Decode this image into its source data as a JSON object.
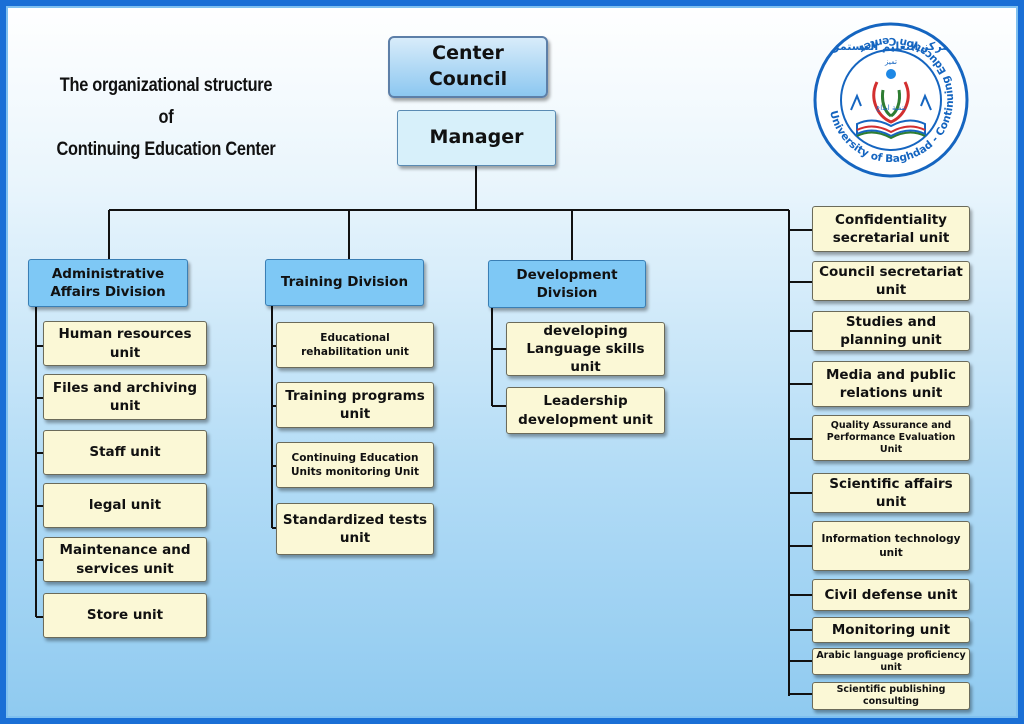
{
  "title": {
    "line1": "The organizational structure of",
    "line2": "Continuing Education Center"
  },
  "center_council": "Center Council",
  "manager": "Manager",
  "logo": {
    "arabic_top": "مركز التعليم المستمر",
    "english_ring": "University of Baghdad - Continuing Education Center",
    "motto_top": "تميز",
    "motto_bottom": "تنمية ابداع",
    "colors": [
      "#1565c0",
      "#d32f2f",
      "#2e7d32",
      "#ffffff"
    ]
  },
  "divisions": [
    {
      "name": "Administrative Affairs Division",
      "units": [
        "Human resources unit",
        "Files and archiving unit",
        "Staff unit",
        "legal unit",
        "Maintenance and services unit",
        "Store unit"
      ]
    },
    {
      "name": "Training Division",
      "units": [
        "Educational rehabilitation unit",
        "Training programs unit",
        "Continuing Education Units monitoring Unit",
        "Standardized tests unit"
      ]
    },
    {
      "name": "Development Division",
      "units": [
        "developing Language skills unit",
        "Leadership development unit"
      ]
    }
  ],
  "direct_units": [
    "Confidentiality secretarial unit",
    "Council secretariat unit",
    "Studies and planning unit",
    "Media and public relations unit",
    "Quality Assurance and Performance Evaluation Unit",
    "Scientific affairs unit",
    "Information technology unit",
    "Civil defense unit",
    "Monitoring unit",
    "Arabic language proficiency unit",
    "Scientific publishing consulting"
  ],
  "colors": {
    "frame": "#1a6fd6",
    "division_fill": "#7ec8f5",
    "unit_fill": "#fbf8d6",
    "manager_fill": "#d7f0fa"
  }
}
